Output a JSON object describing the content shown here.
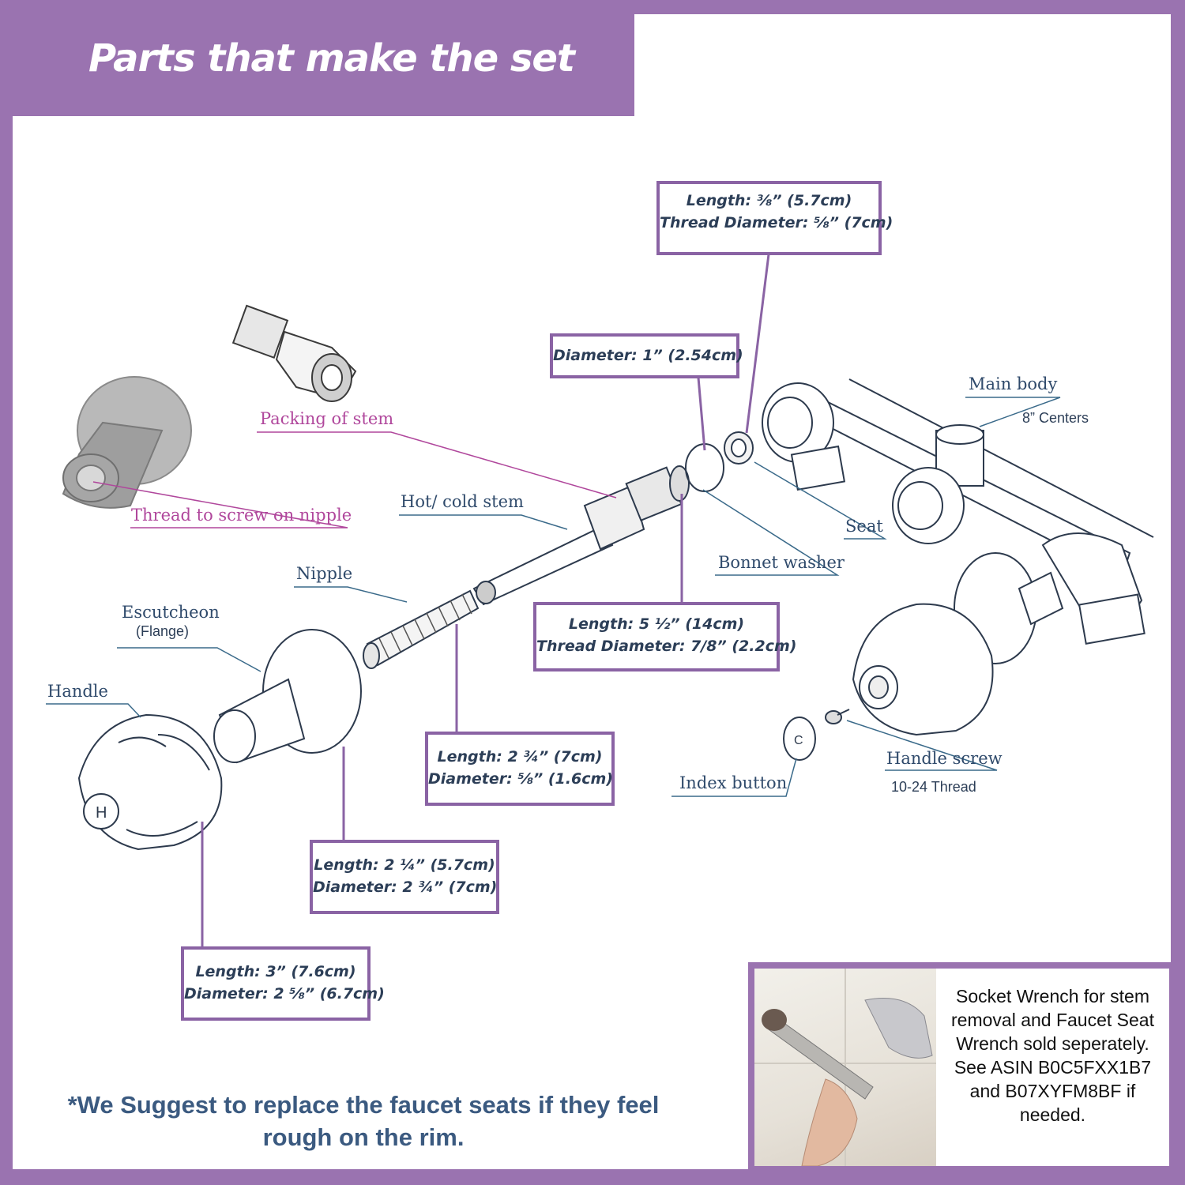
{
  "title": "Parts that make the set",
  "labels": {
    "packing_of_stem": "Packing of stem",
    "thread_to_screw": "Thread to screw on nipple",
    "hot_cold_stem": "Hot/ cold stem",
    "nipple": "Nipple",
    "escutcheon": "Escutcheon",
    "flange": "(Flange)",
    "handle": "Handle",
    "main_body": "Main body",
    "centers": "8” Centers",
    "seat": "Seat",
    "bonnet_washer": "Bonnet washer",
    "index_button": "Index button",
    "handle_screw": "Handle screw",
    "thread_spec": "10-24 Thread",
    "handle_letter": "H",
    "button_letter": "C"
  },
  "specs": {
    "seat": {
      "line1": "Length: ⅜” (5.7cm)",
      "line2": "Thread Diameter: ⅝” (7cm)"
    },
    "washer": {
      "line1": "Diameter: 1” (2.54cm)"
    },
    "stem": {
      "line1": "Length: 5 ½” (14cm)",
      "line2": "Thread Diameter: 7/8” (2.2cm)"
    },
    "nipple": {
      "line1": "Length: 2 ¾” (7cm)",
      "line2": "Diameter: ⅝” (1.6cm)"
    },
    "escutcheon": {
      "line1": "Length: 2 ¼” (5.7cm)",
      "line2": "Diameter: 2 ¾” (7cm)"
    },
    "handle": {
      "line1": "Length: 3” (7.6cm)",
      "line2": "Diameter: 2 ⅝” (6.7cm)"
    }
  },
  "note": "*We Suggest to replace the faucet seats if they feel rough on the rim.",
  "wrench_note": "Socket Wrench for stem removal and Faucet Seat Wrench sold seperately. See ASIN B0C5FXX1B7 and B07XYFM8BF if needed.",
  "colors": {
    "frame": "#9a73b0",
    "box_border": "#8a63a4",
    "label_blue": "#2f4a6b",
    "label_pink": "#b0479c"
  }
}
